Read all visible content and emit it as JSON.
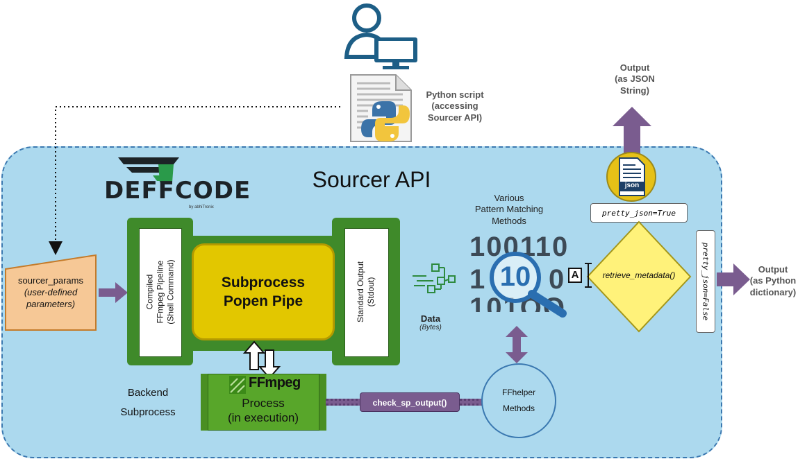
{
  "api_title": "Sourcer API",
  "logo": {
    "text": "DEFFCODE",
    "byline": "by abhiTronix"
  },
  "python_script": {
    "line1": "Python script",
    "line2": "(accessing",
    "line3": "Sourcer API)"
  },
  "output_json": {
    "line1": "Output",
    "line2": "(as JSON",
    "line3": "String)"
  },
  "output_dict": {
    "line1": "Output",
    "line2": "(as Python",
    "line3": "dictionary)"
  },
  "json_badge": "json",
  "pretty_true": "pretty_json=True",
  "pretty_false": "pretty_json=False",
  "sourcer_params": {
    "name": "sourcer_params",
    "sub1": "(user-defined",
    "sub2": "parameters)"
  },
  "pipeline": {
    "line1": "Compiled",
    "line2": "FFmpeg Pipeline",
    "line3": "(Shell Command)"
  },
  "stdout": {
    "line1": "Standard Output",
    "line2": "(Stdout)"
  },
  "subprocess": {
    "line1": "Subprocess",
    "line2": "Popen Pipe"
  },
  "data_label": {
    "title": "Data",
    "sub": "(Bytes)"
  },
  "pattern": {
    "line1": "Various",
    "line2": "Pattern Matching",
    "line3": "Methods"
  },
  "binary": {
    "row1": "100110",
    "row2a": "1",
    "row2b": "0",
    "lens": "10",
    "row3": "101OO"
  },
  "retrieve": "retrieve_metadata()",
  "retrieve_icon": "A",
  "backend": {
    "line1": "Backend",
    "line2": "Subprocess"
  },
  "ffmpeg": {
    "logo": "FFmpeg",
    "line1": "Process",
    "line2": "(in execution)"
  },
  "check_sp": "check_sp_output()",
  "ffhelper": {
    "line1": "FFhelper",
    "line2": "Methods"
  },
  "colors": {
    "container_bg": "#acd9ee",
    "container_border": "#3a78b0",
    "pipe_green": "#3f8a2a",
    "pipe_yellow": "#e2c700",
    "ffmpeg_green": "#58a62a",
    "arrow_purple": "#7a5c8f",
    "params_orange": "#f6c896",
    "diamond_yellow": "#fff27a",
    "check_bar": "#7a5c8f",
    "user_blue": "#1d5e86"
  }
}
